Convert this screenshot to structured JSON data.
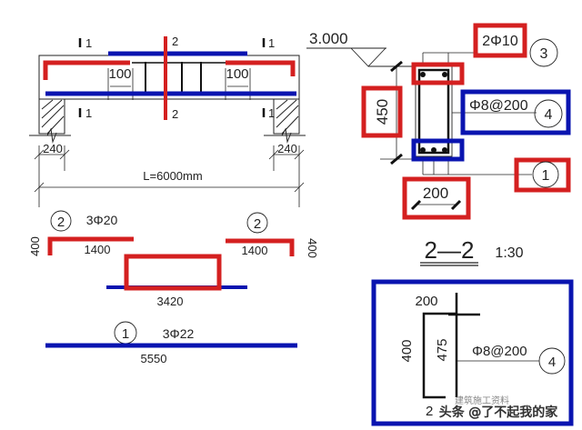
{
  "colors": {
    "red": "#d42020",
    "blue": "#0a14b0",
    "line": "#222222"
  },
  "elevation": {
    "view": {
      "cut1_label": "1",
      "cut2_label": "2",
      "dim_left_support": "100",
      "dim_right_support": "100",
      "wall_left": "240",
      "wall_right": "240",
      "span": "L=6000mm"
    }
  },
  "section": {
    "elevation_value": "3.000",
    "height": "450",
    "width": "200",
    "top_bar": "2Φ10",
    "top_bar_id": "3",
    "stirrup": "Φ8@200",
    "stirrup_id": "4",
    "bottom_bar_id": "1",
    "title": "2—2",
    "scale": "1:30"
  },
  "bars": {
    "bar2_id": "2",
    "bar2_spec": "3Φ20",
    "bar2_left_len": "1400",
    "bar2_left_hook": "400",
    "bar2_right_len": "1400",
    "bar2_right_hook": "400",
    "bar2_mid_len": "3420",
    "bar1_id": "1",
    "bar1_spec": "3Φ22",
    "bar1_len": "5550"
  },
  "stirrup_detail": {
    "width": "200",
    "height_outer": "400",
    "height_inner": "475",
    "spec": "Φ8@200",
    "id": "4",
    "bottom_partial": "2"
  },
  "watermark": {
    "text": "头条 @了不起我的家",
    "subtext": "建筑施工资料"
  }
}
